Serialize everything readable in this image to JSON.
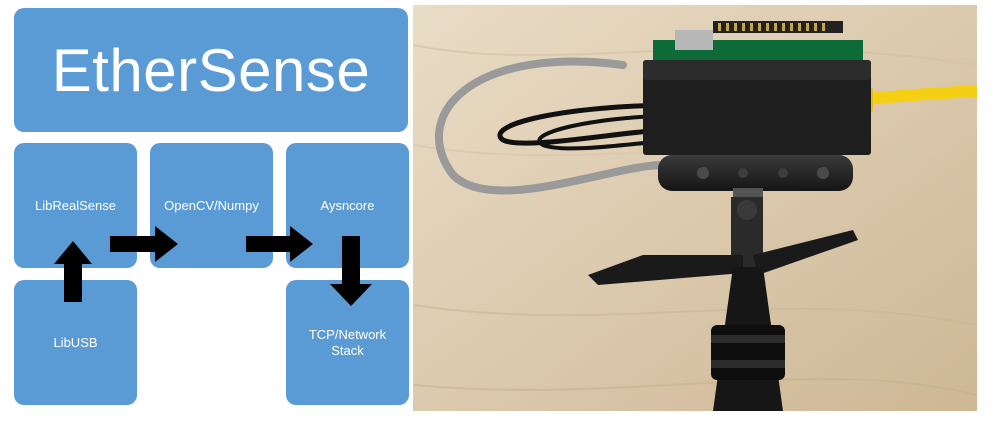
{
  "diagram": {
    "title": "EtherSense",
    "nodes": {
      "librealsense": "LibRealSense",
      "opencv": "OpenCV/Numpy",
      "aysncore": "Aysncore",
      "libusb": "LibUSB",
      "tcp": "TCP/Network\nStack"
    },
    "edges": [
      {
        "from": "LibUSB",
        "to": "LibRealSense"
      },
      {
        "from": "LibRealSense",
        "to": "OpenCV/Numpy"
      },
      {
        "from": "OpenCV/Numpy",
        "to": "Aysncore"
      },
      {
        "from": "Aysncore",
        "to": "TCP/Network\nStack"
      }
    ]
  },
  "colors": {
    "box": "#5b9bd5",
    "text": "#ffffff",
    "arrow": "#000000"
  },
  "photo": {
    "subject": "Intel RealSense camera on tripod with Raspberry Pi and ethernet cable"
  }
}
